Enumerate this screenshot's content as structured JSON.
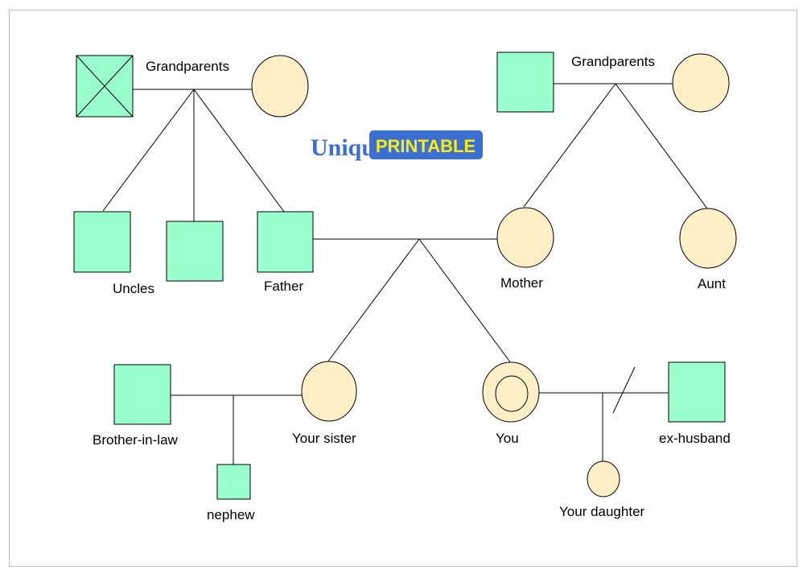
{
  "labels": {
    "grandparents_left": "Grandparents",
    "grandparents_right": "Grandparents",
    "uncles": "Uncles",
    "father": "Father",
    "mother": "Mother",
    "aunt": "Aunt",
    "brother_in_law": "Brother-in-law",
    "your_sister": "Your sister",
    "you": "You",
    "ex_husband": "ex-husband",
    "nephew": "nephew",
    "your_daughter": "Your daughter"
  },
  "logo": {
    "word1": "Unique",
    "word2": "PRINTABLE",
    "word1_color": "#3b6fd4",
    "word2_bg": "#3b6fd4",
    "word2_color": "#ffee00"
  },
  "colors": {
    "male_fill": "#99ffcc",
    "female_fill": "#ffefc6",
    "line": "#000000"
  }
}
